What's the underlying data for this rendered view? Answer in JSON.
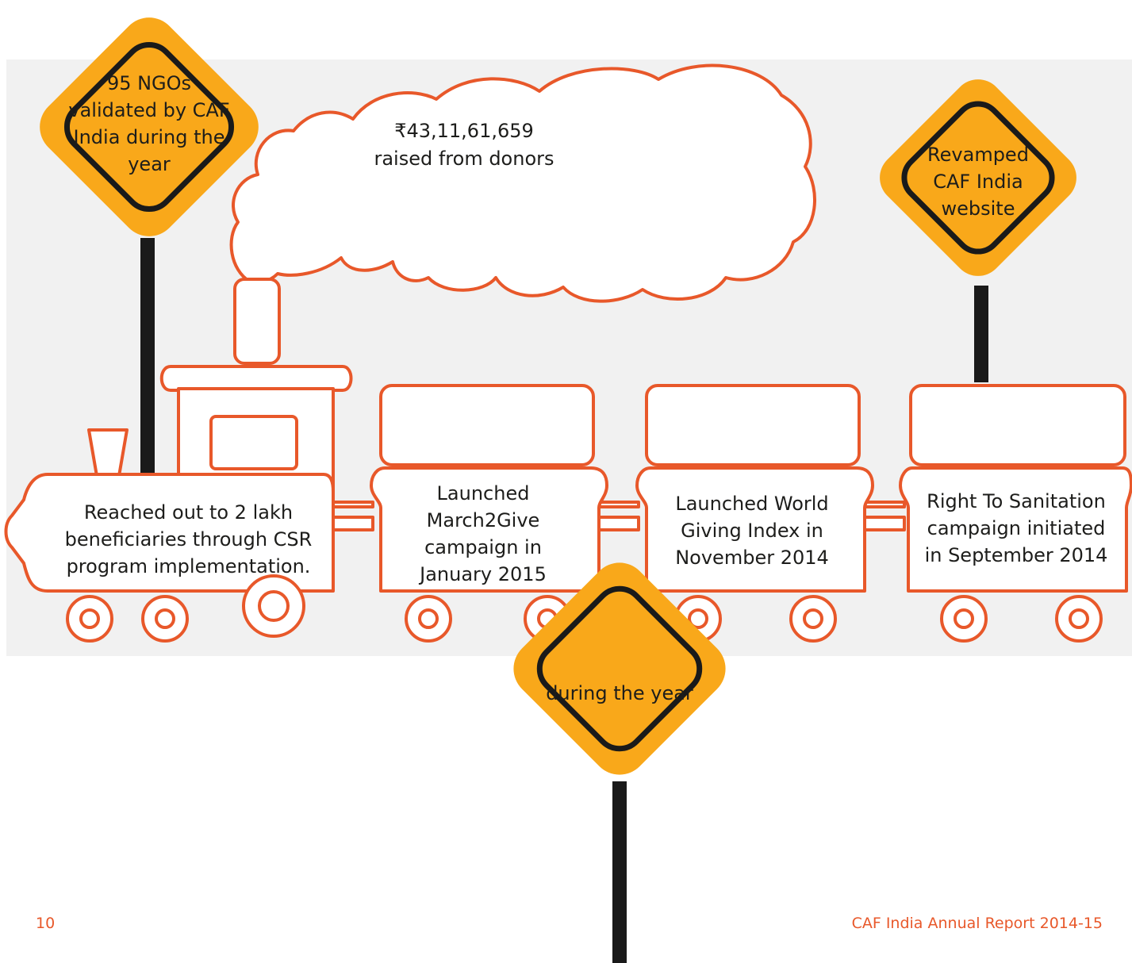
{
  "signs": {
    "ngos": "95 NGOs validated by CAF India during the year",
    "website": "Revamped CAF India website",
    "bottom": "during the year"
  },
  "cloud": {
    "amount": "₹43,11,61,659",
    "caption": "raised from donors"
  },
  "train": {
    "engine": "Reached out to 2 lakh beneficiaries through CSR program implementation.",
    "car1": "Launched March2Give campaign in January 2015",
    "car2": "Launched World Giving Index in November 2014",
    "car3": "Right To Sanitation campaign initiated in September 2014"
  },
  "footer": {
    "page_number": "10",
    "report_title": "CAF India Annual Report 2014-15"
  },
  "colors": {
    "outline": "#e8582a",
    "sign_fill": "#f9a81a",
    "pole": "#1a1a1a"
  }
}
